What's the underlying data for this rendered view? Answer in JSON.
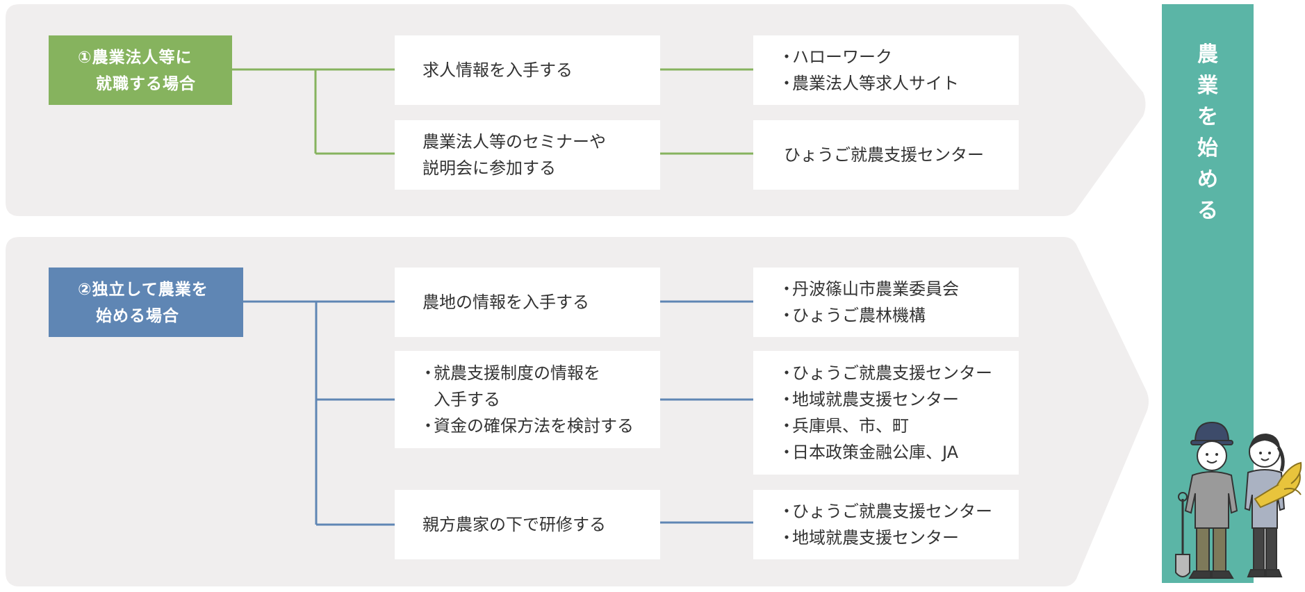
{
  "start_label": [
    "農",
    "業",
    "を",
    "始",
    "め",
    "る"
  ],
  "section1": {
    "title_lines": [
      "①農業法人等に",
      "就職する場合"
    ],
    "color": "#86b35e",
    "rows": [
      {
        "action_lines": [
          "求人情報を入手する"
        ],
        "resource_lines": [
          "ハローワーク",
          "農業法人等求人サイト"
        ]
      },
      {
        "action_lines": [
          "農業法人等のセミナーや",
          "説明会に参加する"
        ],
        "resource_lines": [
          "ひょうご就農支援センター"
        ]
      }
    ]
  },
  "section2": {
    "title_lines": [
      "②独立して農業を",
      "始める場合"
    ],
    "color": "#5f86b4",
    "rows": [
      {
        "action_lines": [
          "農地の情報を入手する"
        ],
        "resource_lines": [
          "丹波篠山市農業委員会",
          "ひょうご農林機構"
        ]
      },
      {
        "action_items": [
          "就農支援制度の情報を",
          "入手する",
          "資金の確保方法を検討する"
        ],
        "resource_lines": [
          "ひょうご就農支援センター",
          "地域就農支援センター",
          "兵庫県、市、町",
          "日本政策金融公庫、JA"
        ]
      },
      {
        "action_lines": [
          "親方農家の下で研修する"
        ],
        "resource_lines": [
          "ひょうご就農支援センター",
          "地域就農支援センター"
        ]
      }
    ]
  },
  "bullet_mark": "・",
  "colors": {
    "panel": "#f0eeee",
    "start_bar": "#5bb5a6",
    "section1": "#86b35e",
    "section2": "#5f86b4"
  }
}
